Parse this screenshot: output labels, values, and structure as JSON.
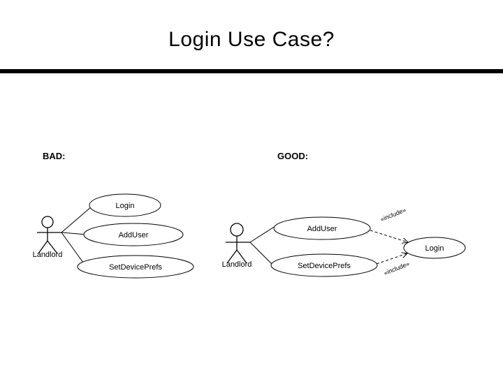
{
  "slide": {
    "title": "Login Use Case?",
    "background_color": "#ffffff",
    "line_color": "#000000"
  },
  "sections": {
    "bad_label": "BAD:",
    "good_label": "GOOD:"
  },
  "bad_diagram": {
    "actor": "Landlord",
    "use_cases": [
      {
        "name": "Login"
      },
      {
        "name": "AddUser"
      },
      {
        "name": "SetDevicePrefs"
      }
    ]
  },
  "good_diagram": {
    "actor": "Landlord",
    "use_cases": [
      {
        "name": "AddUser"
      },
      {
        "name": "SetDevicePrefs"
      },
      {
        "name": "Login"
      }
    ],
    "include_relations": [
      {
        "from": "AddUser",
        "to": "Login",
        "stereotype": "«include»"
      },
      {
        "from": "SetDevicePrefs",
        "to": "Login",
        "stereotype": "«include»"
      }
    ]
  }
}
